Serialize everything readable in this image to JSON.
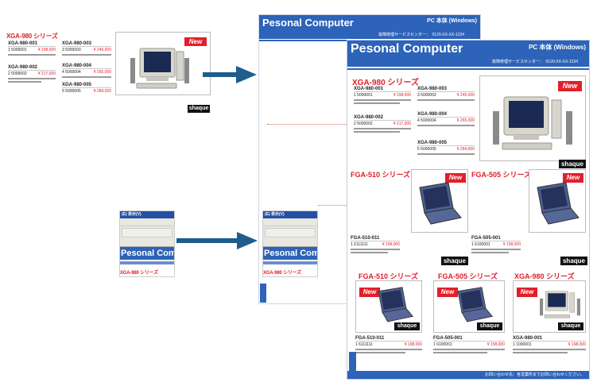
{
  "strings": {
    "xga_series": "XGA-980 シリーズ",
    "fga510_series": "FGA-510 シリーズ",
    "fga505_series": "FGA-505 シリーズ",
    "new_badge": "New",
    "brand": "shaque",
    "title": "Pesonal Computer",
    "title_trunc": "Pesonal Compute",
    "title_trunc2": "Pesonal Compu",
    "pc_label": "PC 本体 (Windows)",
    "service_center": "故障修理サービスセンター：　0120-XX-XX-1234",
    "toolbar_tab": "(E) 表示(V)",
    "footer_text": "お問い合わせ先：各営業所までお問い合わせください。",
    "p1_code": "XGA-980-001",
    "p1_num": "1  5000001",
    "p1_price": "¥ 198,000",
    "p2_code": "XGA-980-002",
    "p2_num": "2  5000002",
    "p2_price": "¥ 217,000",
    "p3_code": "XGA-980-003",
    "p3_num": "3  5000003",
    "p3_price": "¥ 246,000",
    "p4_code": "XGA-980-004",
    "p4_num": "4  5000004",
    "p4_price": "¥ 265,000",
    "p5_code": "XGA-980-005",
    "p5_num": "5  5000005",
    "p5_price": "¥ 284,000",
    "f510_code": "FGA-510-011",
    "f510_num": "1  6111111",
    "f510_price": "¥ 198,000",
    "f505_code": "FGA-505-001",
    "f505_num": "1  6100001",
    "f505_price": "¥ 158,000",
    "x001_code": "XGA-980-001",
    "x001_num": "1  1000001",
    "x001_price": "¥ 198,000"
  },
  "colors": {
    "accent_blue": "#2d63b8",
    "accent_red": "#e0202a",
    "arrow": "#1f5d8c"
  },
  "icons": [
    "arrow-right-icon",
    "desktop-pc-icon",
    "laptop-icon"
  ]
}
